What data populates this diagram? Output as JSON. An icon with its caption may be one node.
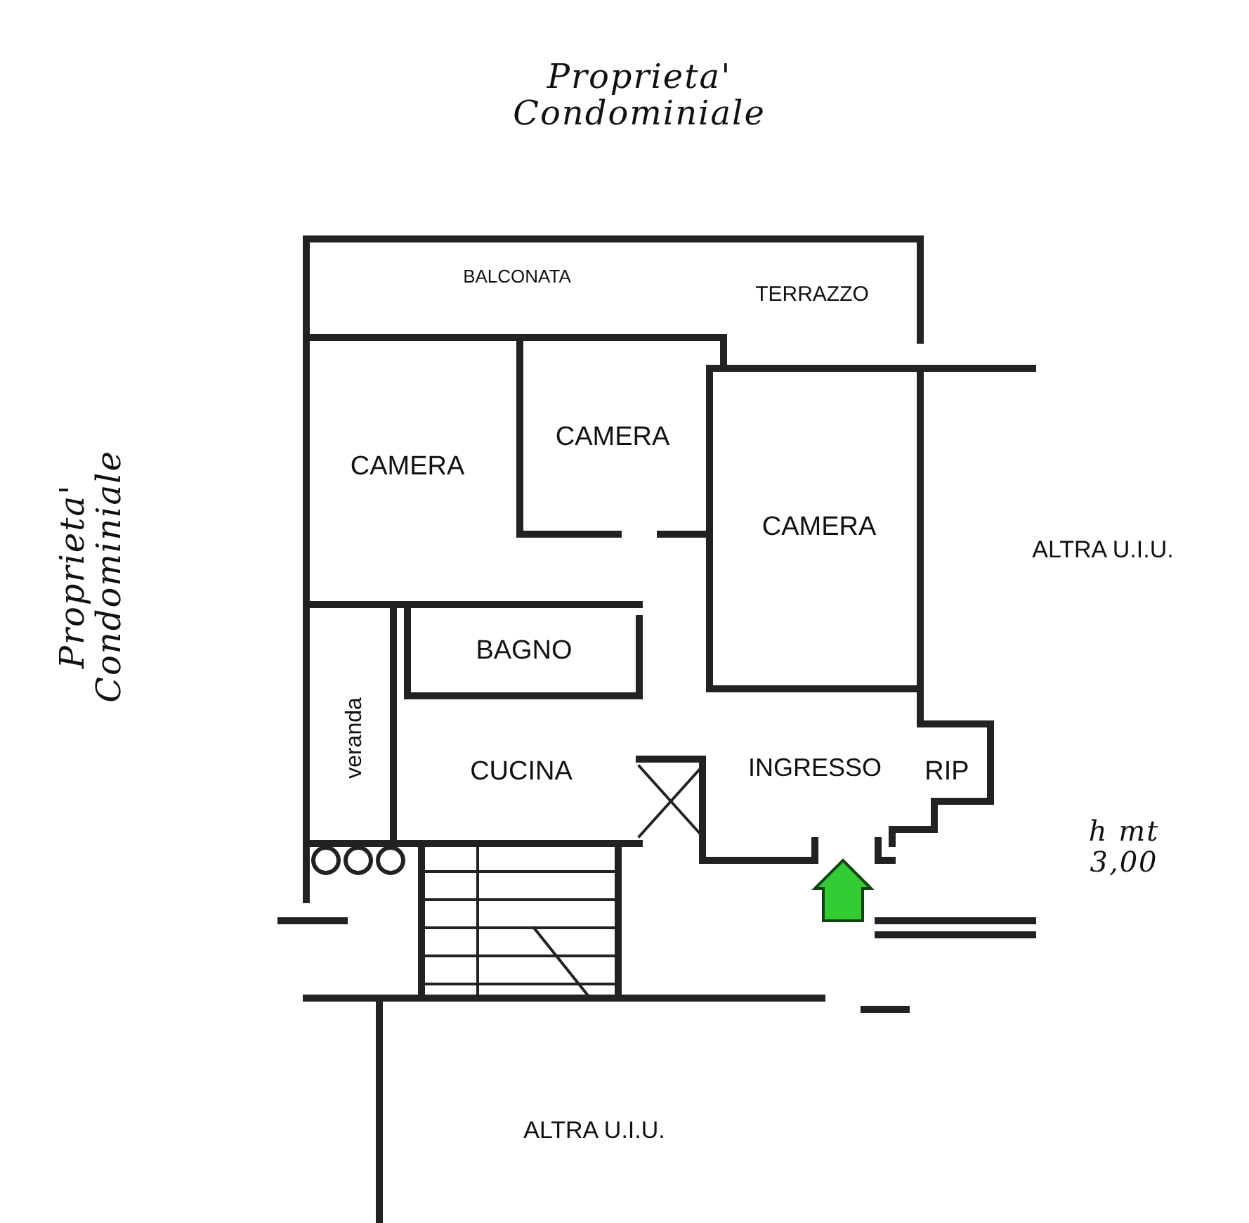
{
  "diagram": {
    "labels": [
      "Proprieta' Condominiale",
      "BALCONATA",
      "TERRAZZO",
      "CAMERA",
      "CAMERA",
      "Proprieta' Condominiale",
      "CAMERA",
      "ALTRA U.I.U.",
      "BAGNO",
      "veranda",
      "CUCINA",
      "INGRESSO",
      "RIP",
      "h mt 3,00",
      "ALTRA U.I.U."
    ]
  }
}
